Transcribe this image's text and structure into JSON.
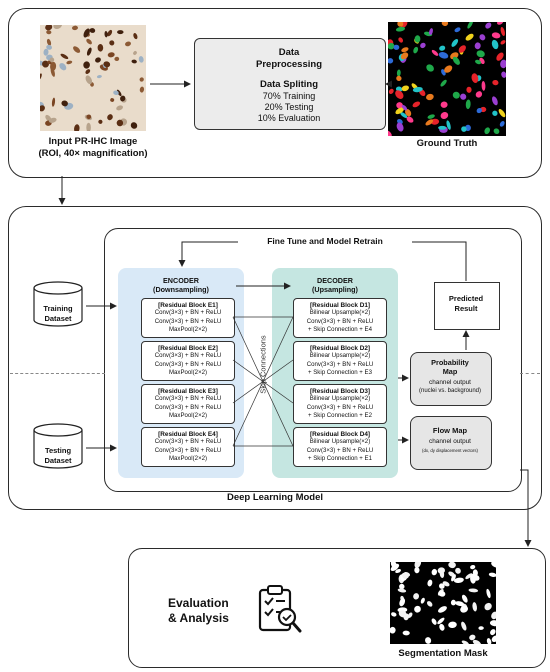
{
  "top_panel": {
    "input_image_label_line1": "Input PR-IHC Image",
    "input_image_label_line2": "(ROI, 40× magnification)",
    "preprocessing": {
      "title_line1": "Data",
      "title_line2": "Preprocessing",
      "split_title": "Data Spliting",
      "training": "70% Training",
      "testing": "20% Testing",
      "evaluation": "10% Evaluation"
    },
    "ground_truth_label": "Ground Truth"
  },
  "model_panel": {
    "title": "Deep Learning Model",
    "fine_tune_label": "Fine Tune and Model Retrain",
    "training_dataset_line1": "Training",
    "training_dataset_line2": "Dataset",
    "testing_dataset_line1": "Testing",
    "testing_dataset_line2": "Dataset",
    "encoder": {
      "title_line1": "ENCODER",
      "title_line2": "(Downsampling)",
      "blocks": [
        {
          "title": "[Residual Block E1]",
          "l1": "Conv(3×3) + BN + ReLU",
          "l2": "Conv(3×3) + BN + ReLU",
          "l3": "MaxPool(2×2)"
        },
        {
          "title": "[Residual Block E2]",
          "l1": "Conv(3×3) + BN + ReLU",
          "l2": "Conv(3×3) + BN + ReLU",
          "l3": "MaxPool(2×2)"
        },
        {
          "title": "[Residual Block E3]",
          "l1": "Conv(3×3) + BN + ReLU",
          "l2": "Conv(3×3) + BN + ReLU",
          "l3": "MaxPool(2×2)"
        },
        {
          "title": "[Residual Block E4]",
          "l1": "Conv(3×3) + BN + ReLU",
          "l2": "Conv(3×3) + BN + ReLU",
          "l3": "MaxPool(2×2)"
        }
      ]
    },
    "decoder": {
      "title_line1": "DECODER",
      "title_line2": "(Upsampling)",
      "blocks": [
        {
          "title": "[Residual Block D1]",
          "l1": "Bilinear Upsample(×2)",
          "l2": "Conv(3×3) + BN + ReLU",
          "l3": "+ Skip Connection + E4"
        },
        {
          "title": "[Residual Block D2]",
          "l1": "Bilinear Upsample(×2)",
          "l2": "Conv(3×3) + BN + ReLU",
          "l3": "+ Skip Connection + E3"
        },
        {
          "title": "[Residual Block D3]",
          "l1": "Bilinear Upsample(×2)",
          "l2": "Conv(3×3) + BN + ReLU",
          "l3": "+ Skip Connection + E2"
        },
        {
          "title": "[Residual Block D4]",
          "l1": "Bilinear Upsample(×2)",
          "l2": "Conv(3×3) + BN + ReLU",
          "l3": "+ Skip Connection + E1"
        }
      ]
    },
    "skip_connections_label": "Skip Connections",
    "predicted_result_line1": "Predicted",
    "predicted_result_line2": "Result",
    "probability_map": {
      "title_line1": "Probability",
      "title_line2": "Map",
      "desc1": "channel output",
      "desc2": "(nuclei vs. background)"
    },
    "flow_map": {
      "title": "Flow Map",
      "desc1": "channel output",
      "desc2": "(dx, dy displacement vectors)"
    }
  },
  "bottom_panel": {
    "evaluation_line1": "Evaluation",
    "evaluation_line2": "& Analysis",
    "segmentation_label": "Segmentation Mask"
  },
  "colors": {
    "encoder_bg": "#d9e9f7",
    "decoder_bg": "#c5e6e1",
    "preprocessing_bg": "#ececec",
    "probability_bg": "#e6e6e6",
    "flow_bg": "#e6e6e6",
    "stain_brown": "#6b3a1e",
    "gt_background": "#000000"
  }
}
